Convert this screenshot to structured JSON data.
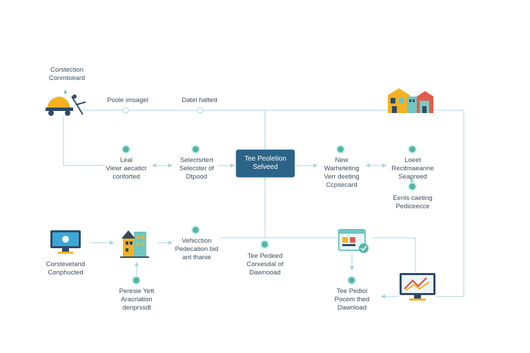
{
  "labels": {
    "construction_top": "Corstection\nConmtoeard",
    "pedestrian_usage": "Poole imsagel",
    "data_hatted": "Datel hatted",
    "left_local": "Leal\nViewr aecaticr\nconforted",
    "selection_center": "Selectsrtert\nSelecster of\nDtpood",
    "center_box": "Tee Peoletion\nSelveed",
    "new_warehousing": "New\nWarheteting\nVerr deeting\nCcpsecard",
    "local_residential": "Loeet\nRecitmaeanne\nSeapreed",
    "early_pedicence": "Eenls caeting\nPediceecce",
    "computer_construct": "Corstevetand\nConphucted",
    "vehicle_production": "Vehicction\nPedecation bid\nant thanie",
    "remote_data": "Peresie Yett\nAracriation\ndenprssdl",
    "period_download": "Tee Pedeed\nCorxesdal of\nDawnooad",
    "final_download": "Tee Pediol\nPocem thed\nDawnload"
  },
  "icons": {
    "construction": "construction-worker-icon",
    "houses": "houses-icon",
    "computer": "computer-monitor-icon",
    "building": "building-icon",
    "dashboard": "dashboard-icon",
    "display": "display-monitor-icon"
  },
  "colors": {
    "line": "#9fd3df",
    "center_box": "#2c6488",
    "node": "#4fb8a8"
  }
}
